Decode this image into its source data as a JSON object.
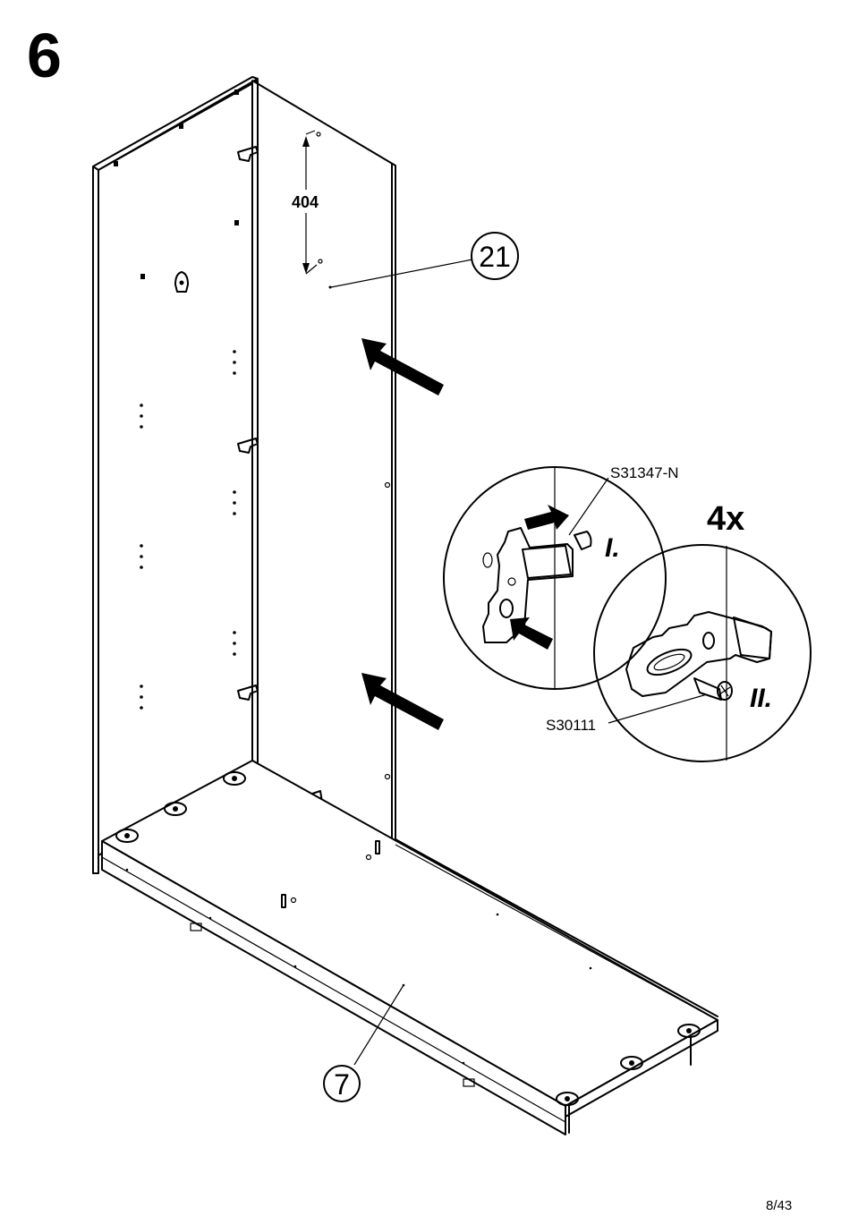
{
  "step": {
    "number": "6"
  },
  "dimension": {
    "value": "404"
  },
  "parts": [
    {
      "id": "21"
    },
    {
      "id": "7"
    }
  ],
  "quantity": "4x",
  "hardware": {
    "connector_code": "S31347-N",
    "screw_code": "S30111"
  },
  "details": [
    {
      "label": "I."
    },
    {
      "label": "II."
    }
  ],
  "page": {
    "number": "8/43"
  }
}
